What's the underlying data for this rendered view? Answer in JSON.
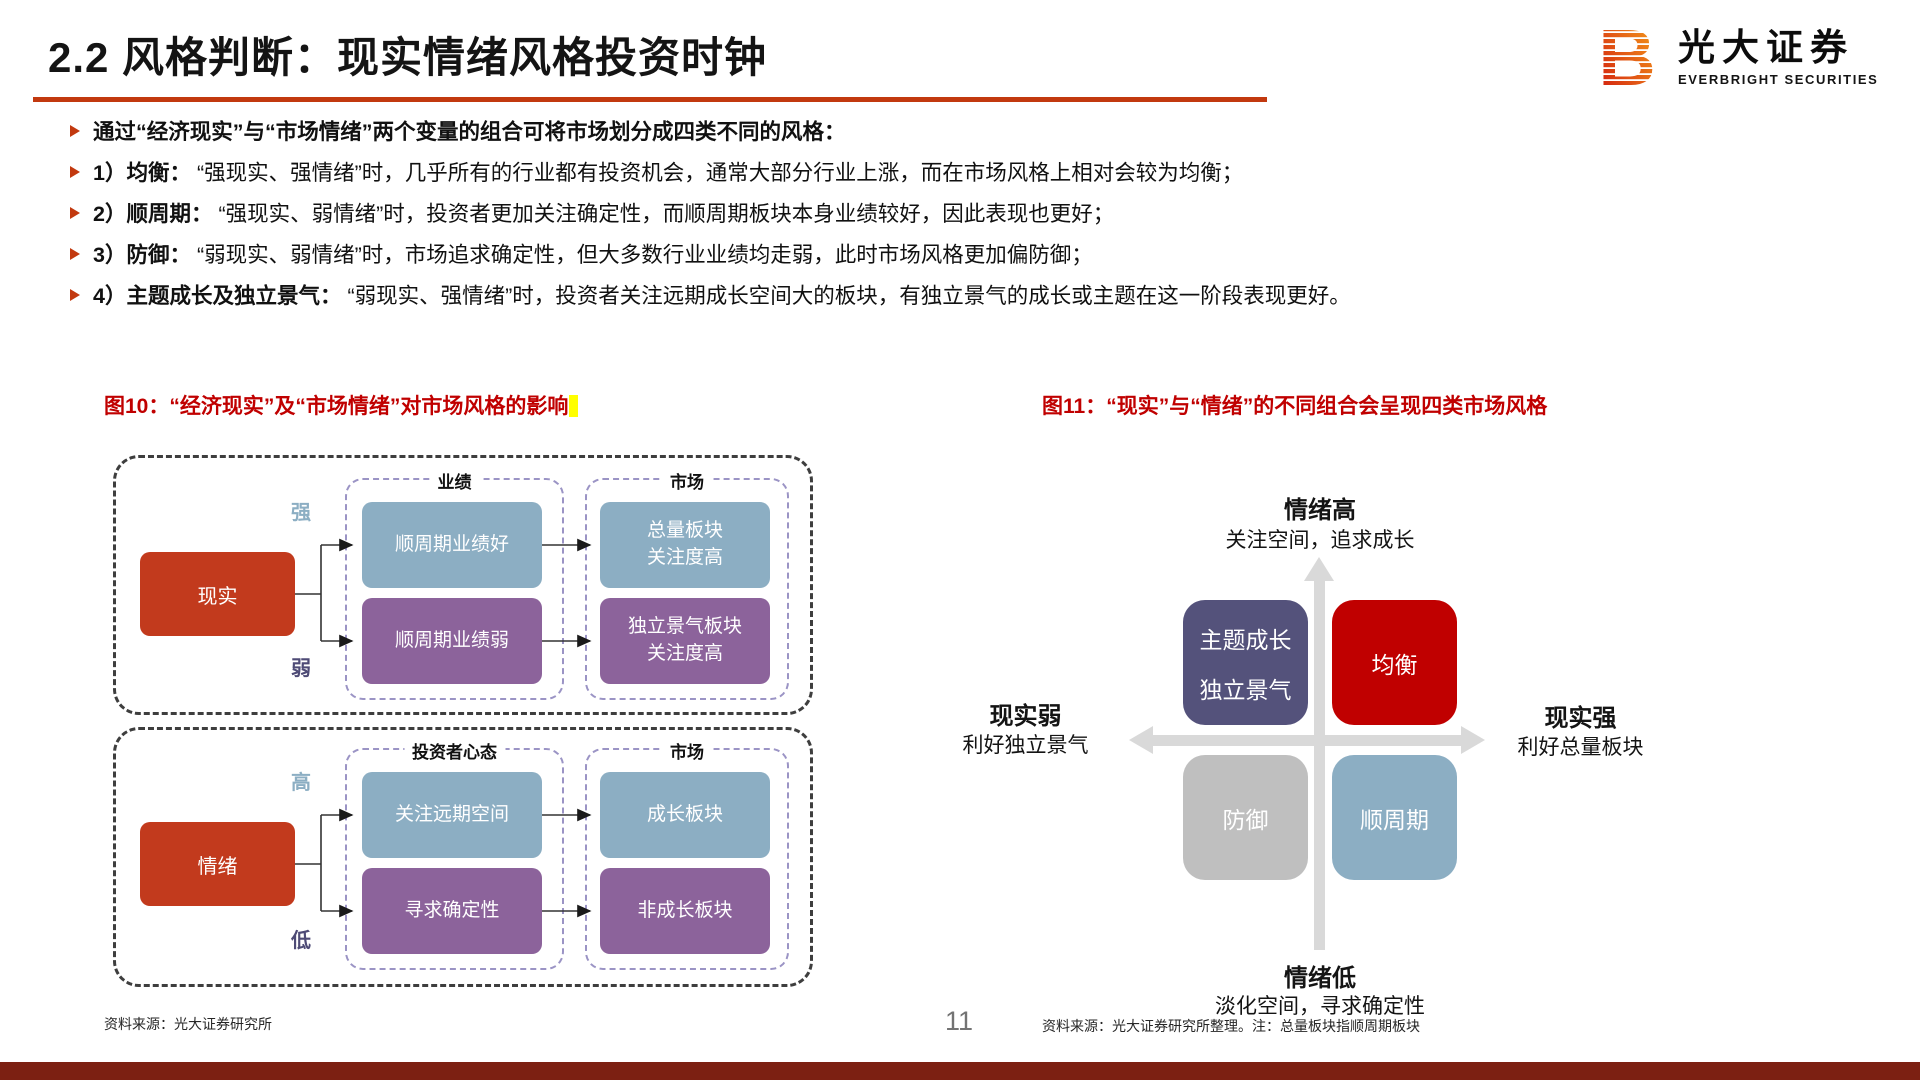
{
  "slide": {
    "title": "2.2 风格判断：现实情绪风格投资时钟",
    "page_number": "11"
  },
  "logo": {
    "cn": "光大证券",
    "en": "EVERBRIGHT SECURITIES"
  },
  "bullets": [
    {
      "bold": "通过“经济现实”与“市场情绪”两个变量的组合可将市场划分成四类不同的风格：",
      "text": ""
    },
    {
      "bold": "1）均衡：",
      "text": "“强现实、强情绪”时，几乎所有的行业都有投资机会，通常大部分行业上涨，而在市场风格上相对会较为均衡；"
    },
    {
      "bold": "2）顺周期：",
      "text": "“强现实、弱情绪”时，投资者更加关注确定性，而顺周期板块本身业绩较好，因此表现也更好；"
    },
    {
      "bold": "3）防御：",
      "text": "“弱现实、弱情绪”时，市场追求确定性，但大多数行业业绩均走弱，此时市场风格更加偏防御；"
    },
    {
      "bold": "4）主题成长及独立景气：",
      "text": "“弱现实、强情绪”时，投资者关注远期成长空间大的板块，有独立景气的成长或主题在这一阶段表现更好。"
    }
  ],
  "figure10": {
    "title": "图10：“经济现实”及“市场情绪”对市场风格的影响",
    "source": "资料来源：光大证券研究所",
    "top": {
      "root": "现实",
      "strong": "强",
      "weak": "弱",
      "col1_title": "业绩",
      "col2_title": "市场",
      "col1_strong": "顺周期业绩好",
      "col1_weak": "顺周期业绩弱",
      "col2_strong_line1": "总量板块",
      "col2_strong_line2": "关注度高",
      "col2_weak_line1": "独立景气板块",
      "col2_weak_line2": "关注度高"
    },
    "bottom": {
      "root": "情绪",
      "strong": "高",
      "weak": "低",
      "col1_title": "投资者心态",
      "col2_title": "市场",
      "col1_strong": "关注远期空间",
      "col1_weak": "寻求确定性",
      "col2_strong": "成长板块",
      "col2_weak": "非成长板块"
    }
  },
  "figure11": {
    "title": "图11：“现实”与“情绪”的不同组合会呈现四类市场风格",
    "source": "资料来源：光大证券研究所整理。注：总量板块指顺周期板块",
    "axis_top_bold": "情绪高",
    "axis_top_sub": "关注空间，追求成长",
    "axis_bottom_bold": "情绪低",
    "axis_bottom_sub": "淡化空间，寻求确定性",
    "axis_left_bold": "现实弱",
    "axis_left_sub": "利好独立景气",
    "axis_right_bold": "现实强",
    "axis_right_sub": "利好总量板块",
    "quad_top_left_line1": "主题成长",
    "quad_top_left_line2": "独立景气",
    "quad_top_right": "均衡",
    "quad_bottom_left": "防御",
    "quad_bottom_right": "顺周期"
  },
  "colors": {
    "accent_red": "#C00000",
    "divider_red": "#C2390F",
    "box_red": "#C23A1D",
    "box_blue": "#8CAEC3",
    "box_purple": "#8C639B",
    "quad_dark_purple": "#54527B",
    "quad_gray": "#BFBFBF",
    "axis_gray": "#D9D9D9",
    "footer_bar_red": "#7C2012",
    "highlight_yellow": "#FFFF00"
  }
}
